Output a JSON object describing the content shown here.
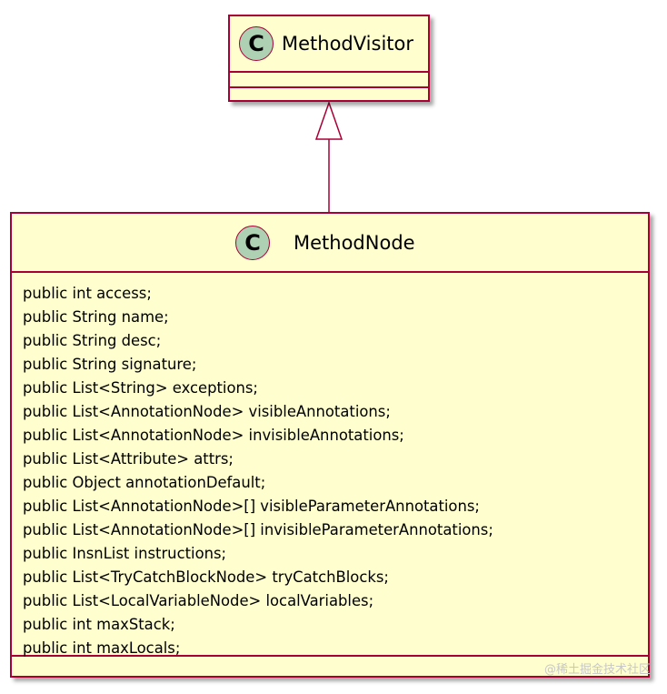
{
  "diagram": {
    "parent_class": {
      "stereotype_letter": "C",
      "name": "MethodVisitor"
    },
    "child_class": {
      "stereotype_letter": "C",
      "name": "MethodNode",
      "fields": [
        "public int access;",
        "public String name;",
        "public String desc;",
        "public String signature;",
        "public List<String> exceptions;",
        "public List<AnnotationNode> visibleAnnotations;",
        "public List<AnnotationNode> invisibleAnnotations;",
        "public List<Attribute> attrs;",
        "public Object annotationDefault;",
        "public List<AnnotationNode>[] visibleParameterAnnotations;",
        "public List<AnnotationNode>[] invisibleParameterAnnotations;",
        "public InsnList instructions;",
        "public List<TryCatchBlockNode> tryCatchBlocks;",
        "public List<LocalVariableNode> localVariables;",
        "public int maxStack;",
        "public int maxLocals;"
      ]
    },
    "relationship": "inheritance",
    "colors": {
      "class_fill": "#fefece",
      "border": "#a80036",
      "circle_fill": "#add1b2"
    }
  },
  "watermark": "@稀土掘金技术社区"
}
